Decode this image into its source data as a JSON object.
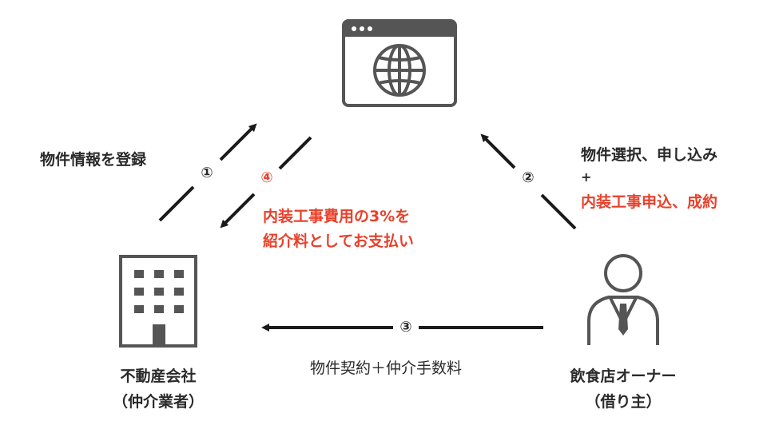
{
  "nodes": {
    "platform": {
      "icon": "browser-globe-icon"
    },
    "real_estate_company": {
      "icon": "office-building-icon",
      "line1": "不動産会社",
      "line2": "（仲介業者）"
    },
    "restaurant_owner": {
      "icon": "businessman-icon",
      "line1": "飲食店オーナー",
      "line2": "（借り主）"
    }
  },
  "steps": {
    "step1": {
      "number": "①",
      "label": "物件情報を登録"
    },
    "step2": {
      "number": "②",
      "line1": "物件選択、申し込み",
      "plus": "+",
      "line2": "内装工事申込、成約"
    },
    "step3": {
      "number": "③",
      "label": "物件契約＋仲介手数料"
    },
    "step4": {
      "number": "④",
      "line1": "内装工事費用の3%を",
      "line2": "紹介料としてお支払い"
    }
  },
  "colors": {
    "text": "#2a2a2a",
    "accent": "#e8402a",
    "icon": "#555555"
  }
}
